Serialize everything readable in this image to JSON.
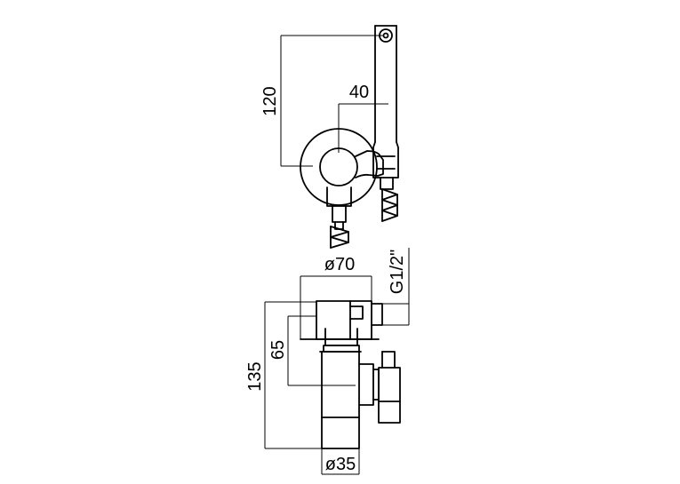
{
  "dimensions": {
    "height_top": "120",
    "width_top": "40",
    "diameter_flange": "ø70",
    "thread": "G1/2\"",
    "offset": "65",
    "height_total": "135",
    "diameter_body": "ø35"
  }
}
